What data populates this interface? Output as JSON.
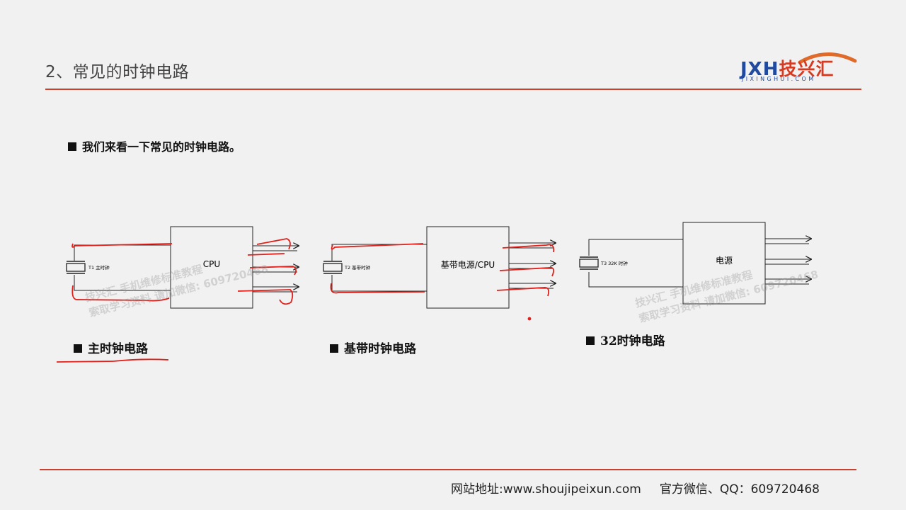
{
  "header": {
    "title": "2、常见的时钟电路"
  },
  "logo": {
    "latin": "JXH",
    "cjk": "技兴汇",
    "sub": "JIXINGHUI.COM",
    "colors": {
      "blue": "#1f4aa0",
      "orange": "#d63a20"
    }
  },
  "intro": {
    "text": "我们来看一下常见的时钟电路。"
  },
  "diagrams": [
    {
      "chip_label": "CPU",
      "crystal_label": "T1  主时钟",
      "caption": "主时钟电路"
    },
    {
      "chip_label": "基带电源/CPU",
      "crystal_label": "T2  基带时钟",
      "caption": "基带时钟电路"
    },
    {
      "chip_label": "电源",
      "crystal_label": "T3  32K 时钟",
      "caption": "32时钟电路"
    }
  ],
  "watermark": {
    "line1": "技兴汇 手机维修标准教程",
    "line2": "索取学习资料 请加微信: 609720468"
  },
  "footer": {
    "website": "网站地址:www.shoujipeixun.com",
    "contact": "官方微信、QQ：609720468"
  },
  "colors": {
    "accent_rule": "#c9412f",
    "annotation_red": "#e0201a"
  }
}
